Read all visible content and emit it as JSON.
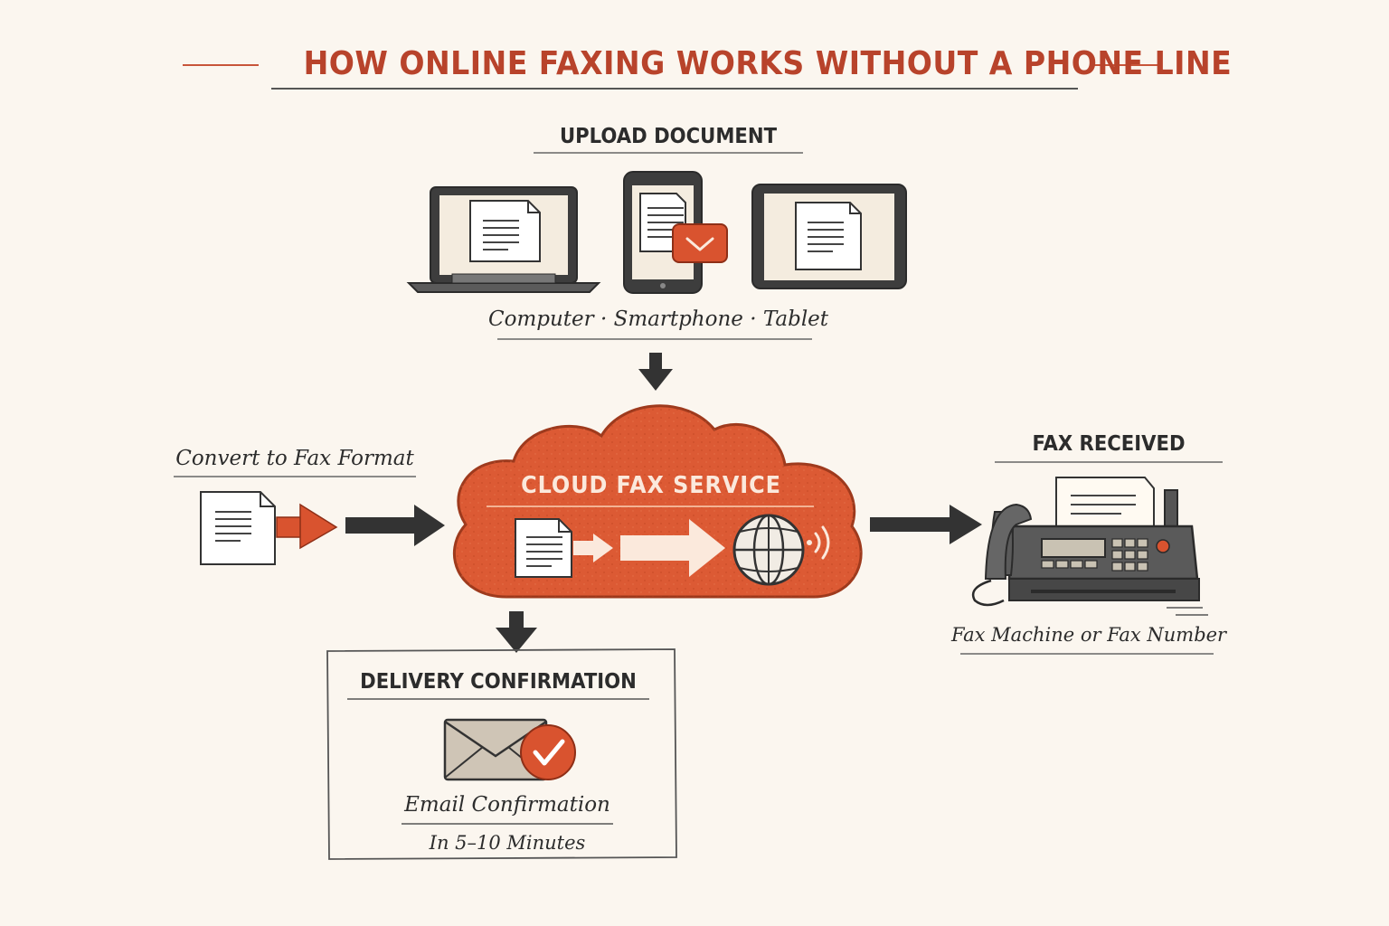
{
  "title": "HOW ONLINE FAXING WORKS WITHOUT A PHONE LINE",
  "upload": {
    "heading": "UPLOAD DOCUMENT",
    "devices_caption": "Computer · Smartphone · Tablet"
  },
  "convert": {
    "caption": "Convert to Fax Format"
  },
  "cloud": {
    "label": "CLOUD FAX SERVICE"
  },
  "received": {
    "heading": "FAX RECEIVED",
    "caption": "Fax Machine or Fax Number"
  },
  "delivery": {
    "heading": "DELIVERY CONFIRMATION",
    "caption": "Email Confirmation",
    "timing": "In 5–10 Minutes"
  },
  "colors": {
    "accent": "#d9532f",
    "title": "#b8432b",
    "ink": "#2e2e2e",
    "background": "#fbf6ef"
  }
}
